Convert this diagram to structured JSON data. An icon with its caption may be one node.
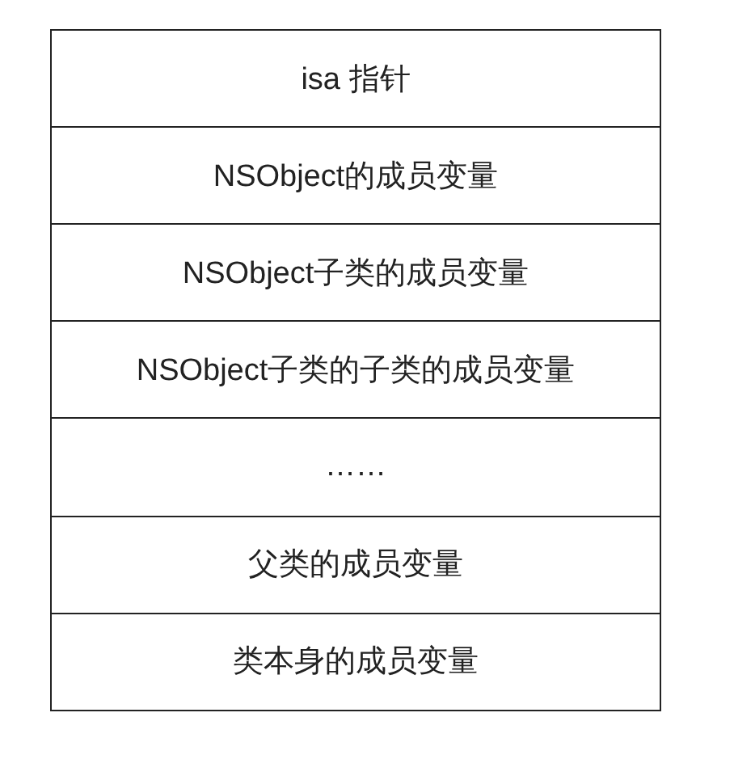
{
  "diagram": {
    "nodes": [
      {
        "text": [
          "isa 指针"
        ]
      },
      {
        "text": [
          "NSObject的成员变量"
        ]
      },
      {
        "text": [
          "NSObject子类的成员变量"
        ]
      },
      {
        "text": [
          "NSObject子类的子类的成员变量"
        ]
      },
      {
        "text": [
          "……"
        ]
      },
      {
        "text": [
          "父类的成员变量"
        ]
      },
      {
        "text": [
          "类本身的成员变量"
        ]
      }
    ]
  }
}
